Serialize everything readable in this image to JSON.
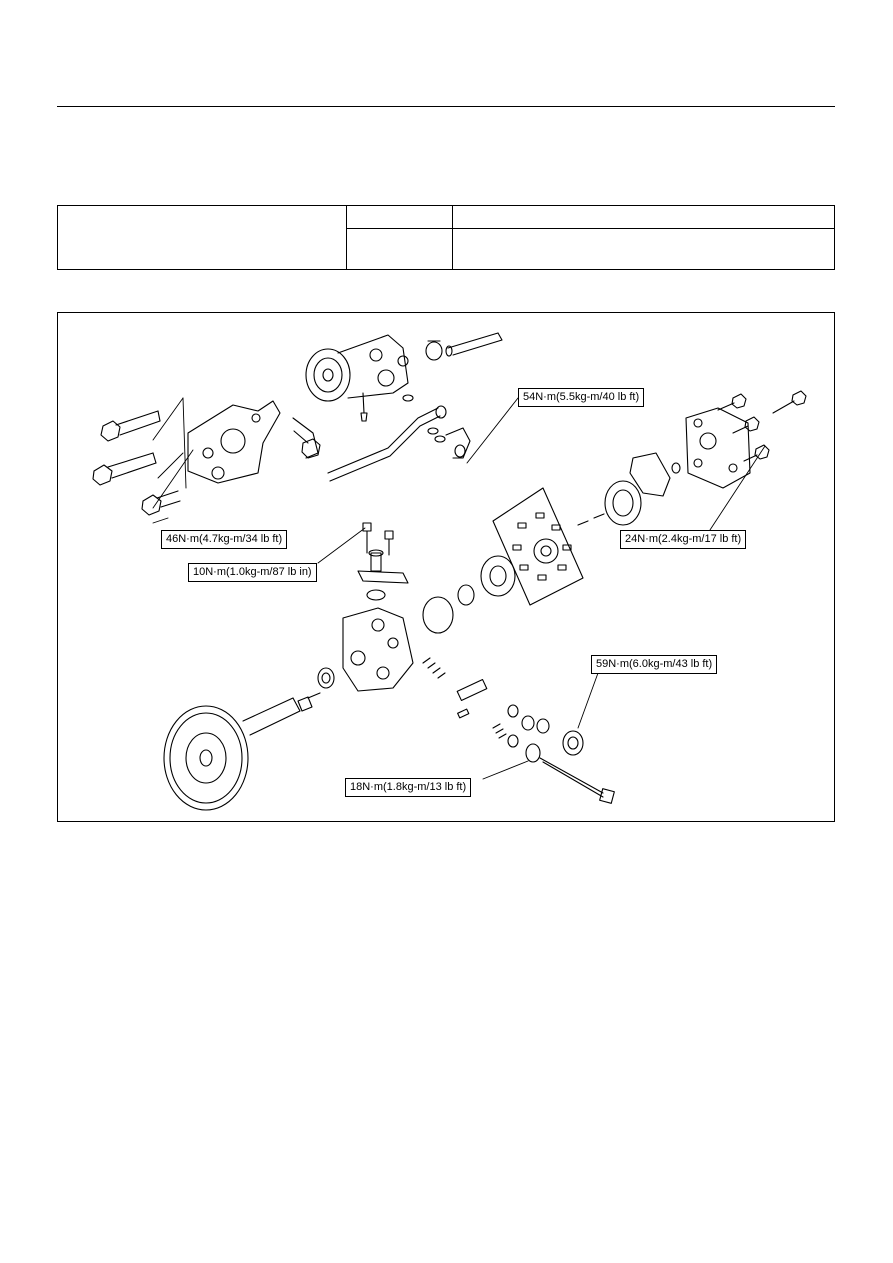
{
  "spec_table": {
    "rows": [
      {
        "label": "",
        "col2": "",
        "col3": ""
      },
      {
        "label": "",
        "col2": "",
        "col3": ""
      }
    ]
  },
  "diagram": {
    "torque_callouts": [
      {
        "id": "t54",
        "text": "54N·m(5.5kg-m/40 lb ft)"
      },
      {
        "id": "t46",
        "text": "46N·m(4.7kg-m/34 lb ft)"
      },
      {
        "id": "t10",
        "text": "10N·m(1.0kg-m/87 lb in)"
      },
      {
        "id": "t24",
        "text": "24N·m(2.4kg-m/17 lb ft)"
      },
      {
        "id": "t59",
        "text": "59N·m(6.0kg-m/43 lb ft)"
      },
      {
        "id": "t18",
        "text": "18N·m(1.8kg-m/13 lb ft)"
      }
    ]
  }
}
